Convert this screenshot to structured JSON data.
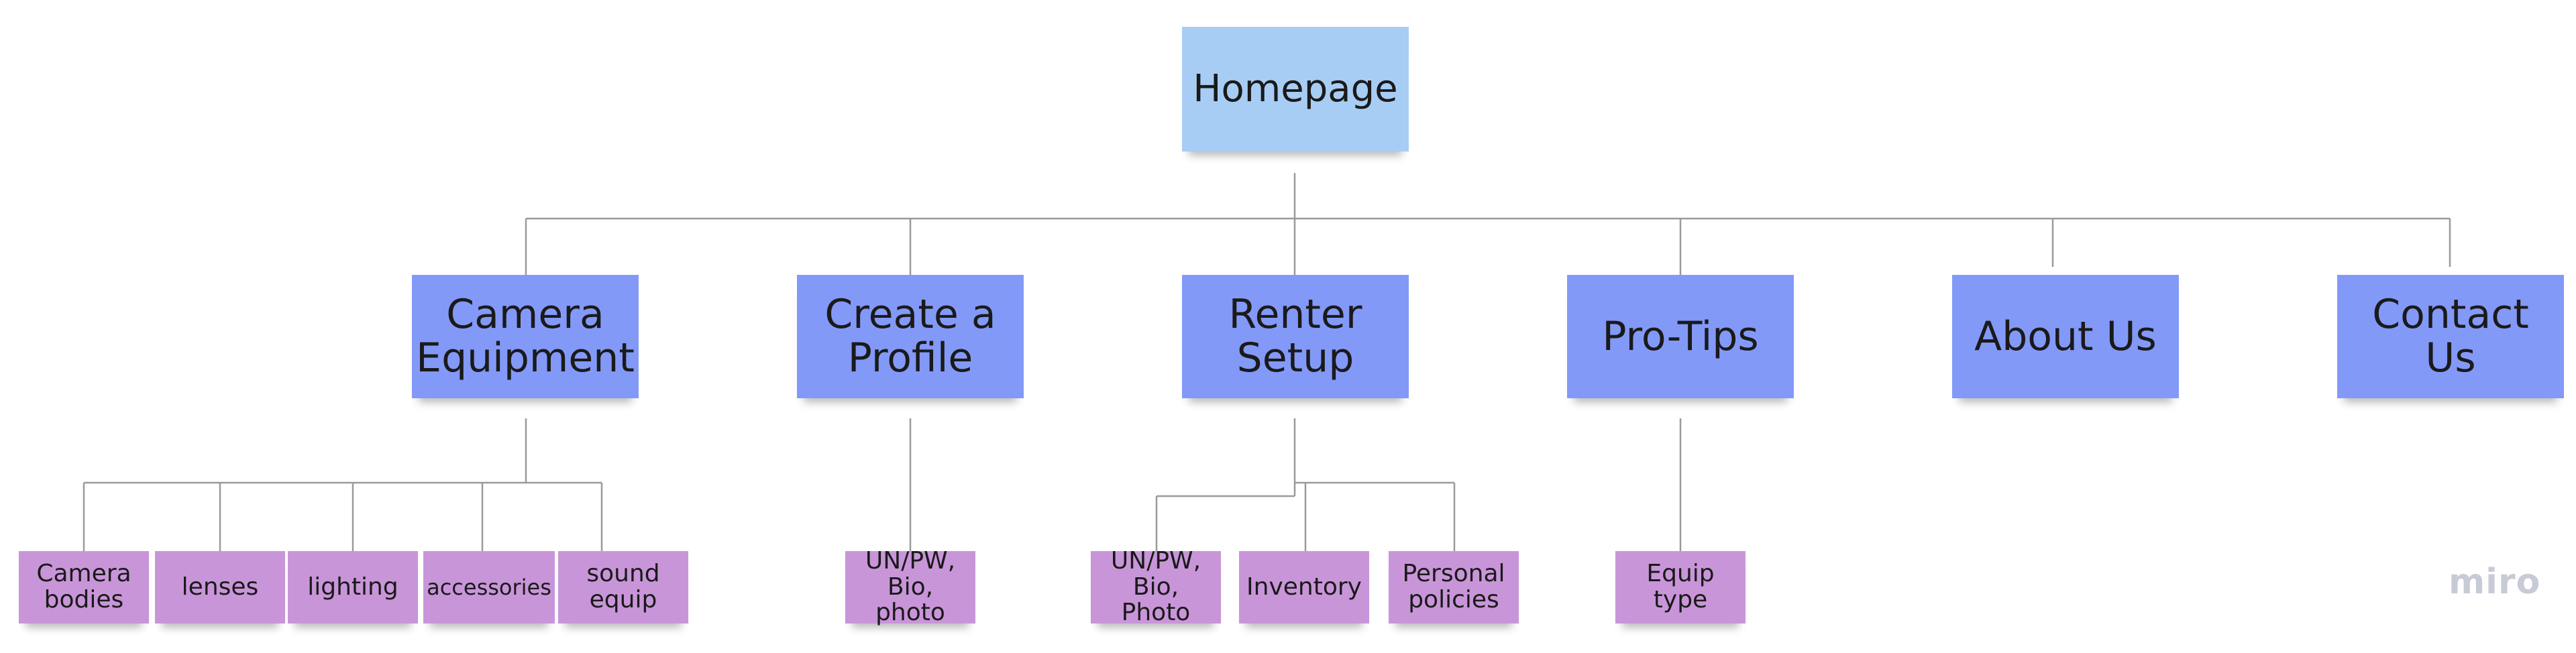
{
  "root": {
    "label": "Homepage"
  },
  "sections": [
    {
      "label": "Camera\nEquipment",
      "children": [
        "Camera\nbodies",
        "lenses",
        "lighting",
        "accessories",
        "sound\nequip"
      ]
    },
    {
      "label": "Create a\nProfile",
      "children": [
        "UN/PW,\nBio, photo"
      ]
    },
    {
      "label": "Renter\nSetup",
      "children": [
        "UN/PW,\nBio, Photo",
        "Inventory",
        "Personal\npolicies"
      ]
    },
    {
      "label": "Pro-Tips",
      "children": [
        "Equip\ntype"
      ]
    },
    {
      "label": "About Us",
      "children": []
    },
    {
      "label": "Contact\nUs",
      "children": []
    }
  ],
  "colors": {
    "root": "#a7cdf5",
    "section": "#8399f8",
    "leaf": "#c995d9",
    "connector": "#9a9a9a"
  },
  "branding": {
    "logo_text": "miro"
  }
}
